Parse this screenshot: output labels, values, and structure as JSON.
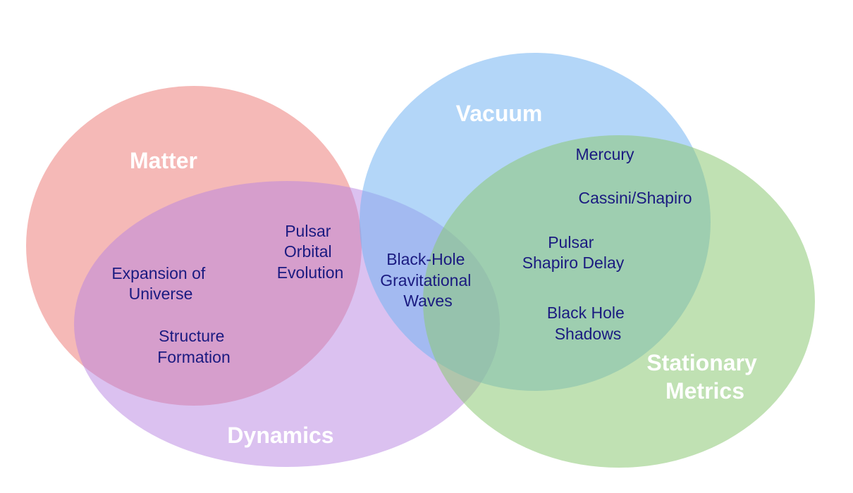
{
  "diagram": {
    "sets": [
      {
        "id": "matter",
        "label": "Matter",
        "color": "#ee8683"
      },
      {
        "id": "dynamics",
        "label": "Dynamics",
        "color": "#b883e1"
      },
      {
        "id": "vacuum",
        "label": "Vacuum",
        "color": "#75b5f2"
      },
      {
        "id": "stationary",
        "label": "Stationary Metrics",
        "label_lines": [
          "Stationary",
          "Metrics"
        ],
        "color": "#8cc875"
      }
    ],
    "items": [
      {
        "id": "expansion",
        "lines": [
          "Expansion of",
          "Universe"
        ],
        "regions": [
          "matter",
          "dynamics"
        ]
      },
      {
        "id": "structure",
        "lines": [
          "Structure",
          "Formation"
        ],
        "regions": [
          "matter",
          "dynamics"
        ]
      },
      {
        "id": "pulsar-orbital",
        "lines": [
          "Pulsar",
          "Orbital",
          "Evolution"
        ],
        "regions": [
          "matter",
          "dynamics"
        ]
      },
      {
        "id": "bh-waves",
        "lines": [
          "Black-Hole",
          "Gravitational",
          "Waves"
        ],
        "regions": [
          "dynamics",
          "vacuum"
        ]
      },
      {
        "id": "mercury",
        "lines": [
          "Mercury"
        ],
        "regions": [
          "vacuum",
          "stationary"
        ]
      },
      {
        "id": "cassini",
        "lines": [
          "Cassini/Shapiro"
        ],
        "regions": [
          "vacuum",
          "stationary"
        ]
      },
      {
        "id": "pulsar-shapiro",
        "lines": [
          "Pulsar",
          "Shapiro Delay"
        ],
        "regions": [
          "vacuum",
          "stationary"
        ]
      },
      {
        "id": "bh-shadows",
        "lines": [
          "Black Hole",
          "Shadows"
        ],
        "regions": [
          "vacuum",
          "stationary"
        ]
      }
    ]
  }
}
